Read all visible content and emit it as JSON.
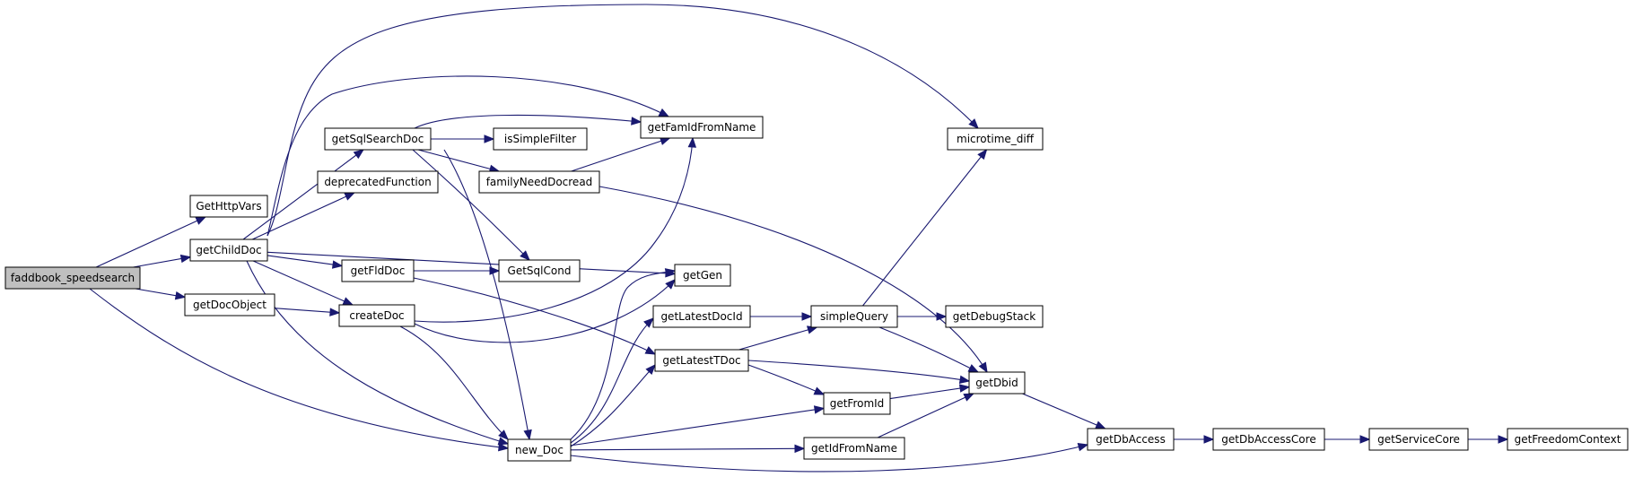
{
  "graph": {
    "nodes": [
      {
        "id": "faddbook_speedsearch",
        "label": "faddbook_speedsearch",
        "root": true
      },
      {
        "id": "GetHttpVars",
        "label": "GetHttpVars"
      },
      {
        "id": "getChildDoc",
        "label": "getChildDoc"
      },
      {
        "id": "getDocObject",
        "label": "getDocObject"
      },
      {
        "id": "getSqlSearchDoc",
        "label": "getSqlSearchDoc"
      },
      {
        "id": "deprecatedFunction",
        "label": "deprecatedFunction"
      },
      {
        "id": "getFldDoc",
        "label": "getFldDoc"
      },
      {
        "id": "createDoc",
        "label": "createDoc"
      },
      {
        "id": "isSimpleFilter",
        "label": "isSimpleFilter"
      },
      {
        "id": "familyNeedDocread",
        "label": "familyNeedDocread"
      },
      {
        "id": "GetSqlCond",
        "label": "GetSqlCond"
      },
      {
        "id": "new_Doc",
        "label": "new_Doc"
      },
      {
        "id": "getFamIdFromName",
        "label": "getFamIdFromName"
      },
      {
        "id": "getGen",
        "label": "getGen"
      },
      {
        "id": "getLatestDocId",
        "label": "getLatestDocId"
      },
      {
        "id": "getLatestTDoc",
        "label": "getLatestTDoc"
      },
      {
        "id": "getFromId",
        "label": "getFromId"
      },
      {
        "id": "getIdFromName",
        "label": "getIdFromName"
      },
      {
        "id": "microtime_diff",
        "label": "microtime_diff"
      },
      {
        "id": "simpleQuery",
        "label": "simpleQuery"
      },
      {
        "id": "getDebugStack",
        "label": "getDebugStack"
      },
      {
        "id": "getDbid",
        "label": "getDbid"
      },
      {
        "id": "getDbAccess",
        "label": "getDbAccess"
      },
      {
        "id": "getDbAccessCore",
        "label": "getDbAccessCore"
      },
      {
        "id": "getServiceCore",
        "label": "getServiceCore"
      },
      {
        "id": "getFreedomContext",
        "label": "getFreedomContext"
      }
    ],
    "edges": [
      {
        "from": "faddbook_speedsearch",
        "to": "GetHttpVars"
      },
      {
        "from": "faddbook_speedsearch",
        "to": "getChildDoc"
      },
      {
        "from": "faddbook_speedsearch",
        "to": "getDocObject"
      },
      {
        "from": "faddbook_speedsearch",
        "to": "new_Doc"
      },
      {
        "from": "getChildDoc",
        "to": "getSqlSearchDoc"
      },
      {
        "from": "getChildDoc",
        "to": "deprecatedFunction"
      },
      {
        "from": "getChildDoc",
        "to": "getFldDoc"
      },
      {
        "from": "getChildDoc",
        "to": "createDoc"
      },
      {
        "from": "getChildDoc",
        "to": "getGen"
      },
      {
        "from": "getChildDoc",
        "to": "new_Doc"
      },
      {
        "from": "getChildDoc",
        "to": "getFamIdFromName"
      },
      {
        "from": "getChildDoc",
        "to": "microtime_diff"
      },
      {
        "from": "getDocObject",
        "to": "createDoc"
      },
      {
        "from": "getSqlSearchDoc",
        "to": "getFamIdFromName"
      },
      {
        "from": "getSqlSearchDoc",
        "to": "isSimpleFilter"
      },
      {
        "from": "getSqlSearchDoc",
        "to": "familyNeedDocread"
      },
      {
        "from": "getSqlSearchDoc",
        "to": "GetSqlCond"
      },
      {
        "from": "getSqlSearchDoc",
        "to": "new_Doc"
      },
      {
        "from": "familyNeedDocread",
        "to": "getFamIdFromName"
      },
      {
        "from": "familyNeedDocread",
        "to": "getDbid"
      },
      {
        "from": "getFldDoc",
        "to": "GetSqlCond"
      },
      {
        "from": "getFldDoc",
        "to": "getLatestTDoc"
      },
      {
        "from": "createDoc",
        "to": "getFamIdFromName"
      },
      {
        "from": "createDoc",
        "to": "getGen"
      },
      {
        "from": "createDoc",
        "to": "new_Doc"
      },
      {
        "from": "new_Doc",
        "to": "getGen"
      },
      {
        "from": "new_Doc",
        "to": "getLatestDocId"
      },
      {
        "from": "new_Doc",
        "to": "getLatestTDoc"
      },
      {
        "from": "new_Doc",
        "to": "getFromId"
      },
      {
        "from": "new_Doc",
        "to": "getIdFromName"
      },
      {
        "from": "new_Doc",
        "to": "getDbAccess"
      },
      {
        "from": "getLatestDocId",
        "to": "simpleQuery"
      },
      {
        "from": "getLatestTDoc",
        "to": "simpleQuery"
      },
      {
        "from": "getLatestTDoc",
        "to": "getDbid"
      },
      {
        "from": "getLatestTDoc",
        "to": "getFromId"
      },
      {
        "from": "getFromId",
        "to": "getDbid"
      },
      {
        "from": "getIdFromName",
        "to": "getDbid"
      },
      {
        "from": "simpleQuery",
        "to": "microtime_diff"
      },
      {
        "from": "simpleQuery",
        "to": "getDebugStack"
      },
      {
        "from": "simpleQuery",
        "to": "getDbid"
      },
      {
        "from": "getDbid",
        "to": "getDbAccess"
      },
      {
        "from": "getDbAccess",
        "to": "getDbAccessCore"
      },
      {
        "from": "getDbAccessCore",
        "to": "getServiceCore"
      },
      {
        "from": "getServiceCore",
        "to": "getFreedomContext"
      }
    ]
  }
}
